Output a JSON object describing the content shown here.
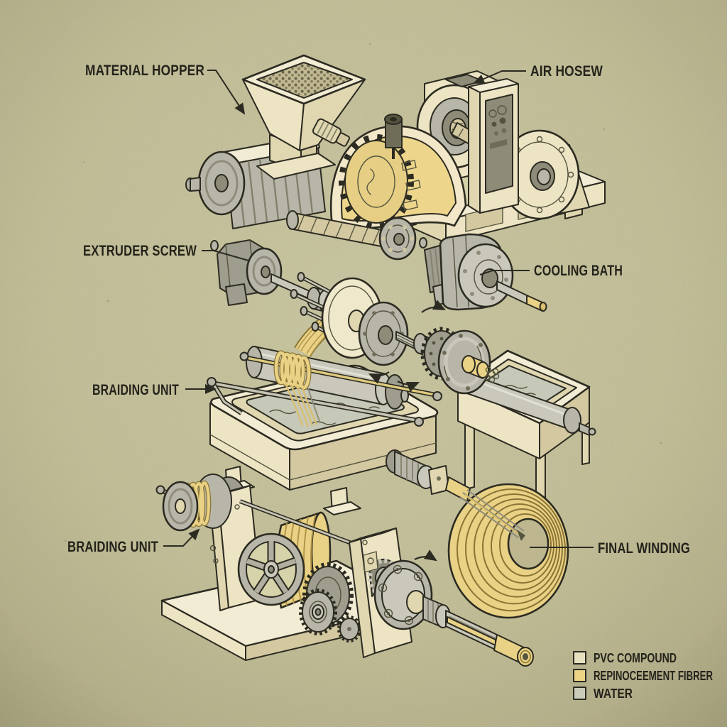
{
  "diagram": {
    "title_hint": "hose extrusion process diagram",
    "labels": {
      "material_hopper": "MATERIAL HOPPER",
      "air_hose": "AIR HOSEW",
      "extruder_screw": "EXTRUDER SCREW",
      "cooling_bath": "COOLING BATH",
      "braiding_unit_mid": "BRAIDING UNIT",
      "braiding_unit_bottom": "BRAIDING UNIT",
      "final_winding": "FINAL WINDING"
    },
    "legend": {
      "items": [
        {
          "label": "PVC COMPOUND",
          "color": "#e8e1bf"
        },
        {
          "label": "REPINOCEEMENT FIBRER",
          "color": "#ecd484"
        },
        {
          "label": "WATER",
          "color": "#cbcbb9"
        }
      ]
    },
    "colors": {
      "paper": "#d9d5ac",
      "ink": "#2c2b22",
      "machine_cream": "#ece4c3",
      "fiber_yellow": "#e9d285",
      "metal_gray": "#b7b6a8",
      "water_gray": "#c6c8b8"
    }
  }
}
